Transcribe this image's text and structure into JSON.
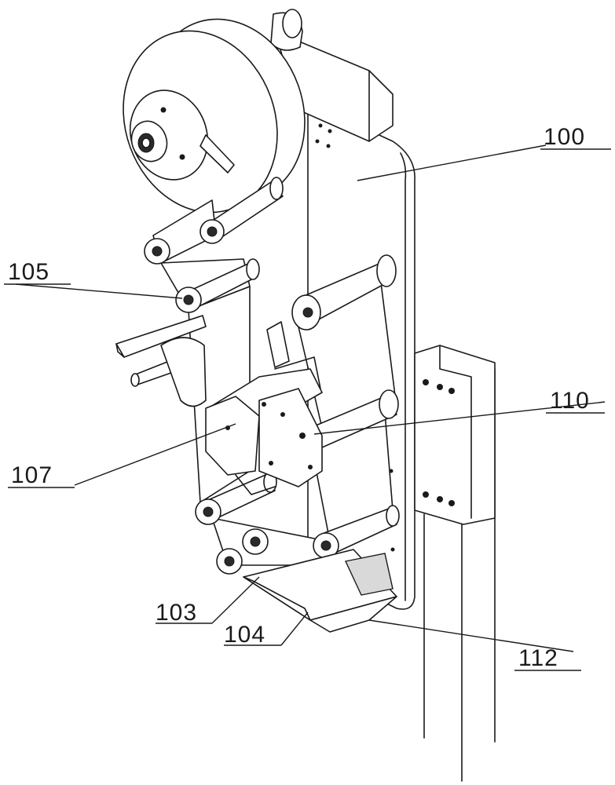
{
  "labels": {
    "l100": "100",
    "l105": "105",
    "l110": "110",
    "l107": "107",
    "l103": "103",
    "l104": "104",
    "l112": "112"
  }
}
